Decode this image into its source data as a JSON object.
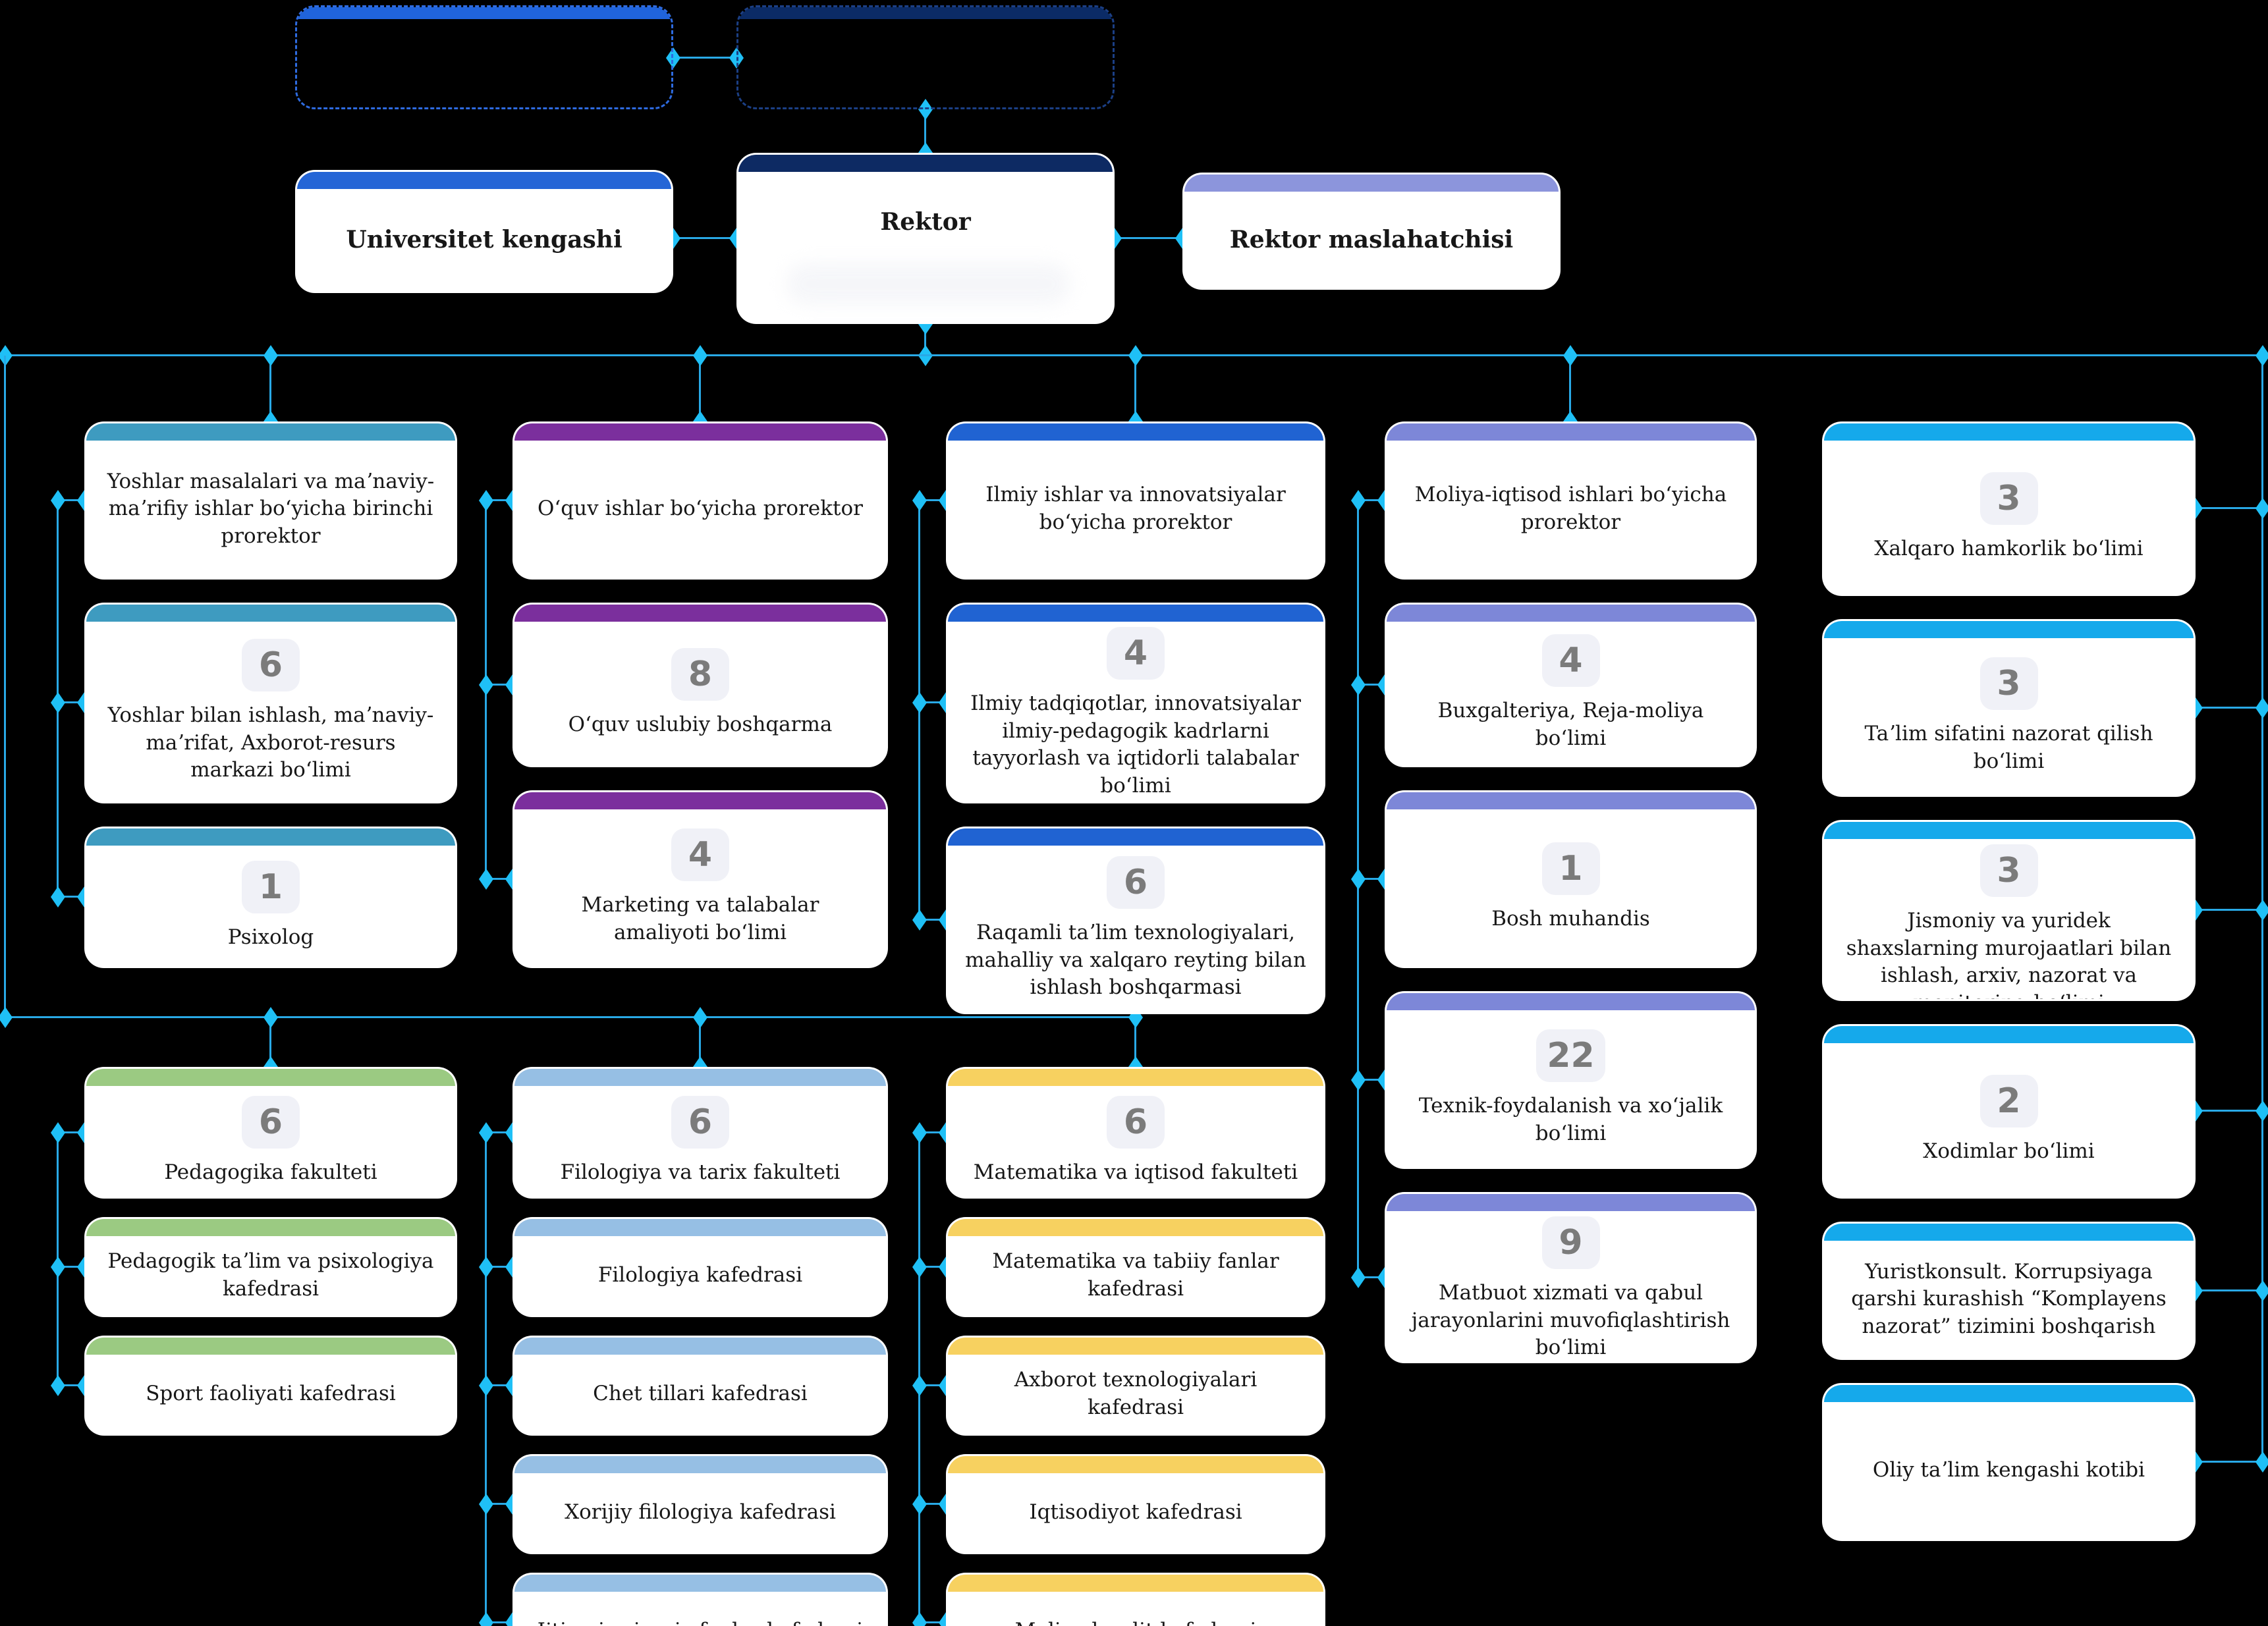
{
  "palette": {
    "background": "#000000",
    "connector": "#29a9e6",
    "diamond": "#1fc0f6",
    "card_bg": "#ffffff",
    "badge_bg": "#f0f1f7",
    "badge_text": "#7b7b7b",
    "text": "#171717"
  },
  "top_row": {
    "left_bar": "#2064dc",
    "right_bar": "#0b2b66"
  },
  "leadership": {
    "council": {
      "label": "Universitet kengashi",
      "bar": "#2465d6"
    },
    "rector": {
      "label": "Rektor",
      "bar": "#0d2a63"
    },
    "advisor": {
      "label": "Rektor maslahatchisi",
      "bar": "#8c95dc"
    }
  },
  "divisions": [
    {
      "name": "youth-affairs",
      "bar": "#3e9bc0",
      "boxes": [
        {
          "label": "Yoshlar masalalari va maʼnaviy-maʼrifiy ishlar boʻyicha birinchi prorektor"
        },
        {
          "count": "6",
          "label": "Yoshlar bilan ishlash, maʼnaviy-maʼrifat, Axborot-resurs markazi boʻlimi"
        },
        {
          "count": "1",
          "label": "Psixolog"
        }
      ]
    },
    {
      "name": "academic-affairs",
      "bar": "#7b2f9d",
      "boxes": [
        {
          "label": "Oʻquv ishlar boʻyicha prorektor"
        },
        {
          "count": "8",
          "label": "Oʻquv uslubiy boshqarma"
        },
        {
          "count": "4",
          "label": "Marketing va talabalar amaliyoti boʻlimi"
        }
      ]
    },
    {
      "name": "science-innovation",
      "bar": "#2063d2",
      "boxes": [
        {
          "label": "Ilmiy ishlar va innovatsiyalar boʻyicha prorektor"
        },
        {
          "count": "4",
          "label": "Ilmiy tadqiqotlar, innovatsiyalar ilmiy-pedagogik kadrlarni tayyorlash va iqtidorli talabalar boʻlimi"
        },
        {
          "count": "6",
          "label": "Raqamli taʼlim texnologiyalari, mahalliy va xalqaro reyting bilan ishlash boshqarmasi"
        }
      ]
    },
    {
      "name": "finance-economy",
      "bar": "#7d87d8",
      "boxes": [
        {
          "label": "Moliya-iqtisod ishlari boʻyicha prorektor"
        },
        {
          "count": "4",
          "label": "Buxgalteriya, Reja-moliya boʻlimi"
        },
        {
          "count": "1",
          "label": "Bosh muhandis"
        },
        {
          "count": "22",
          "label": "Texnik-foydalanish va xoʻjalik boʻlimi"
        },
        {
          "count": "9",
          "label": "Matbuot xizmati va qabul jarayonlarini muvofiqlashtirish boʻlimi"
        }
      ]
    },
    {
      "name": "administration",
      "bar": "#15a9eb",
      "boxes": [
        {
          "count": "3",
          "label": "Xalqaro hamkorlik boʻlimi"
        },
        {
          "count": "3",
          "label": "Taʼlim sifatini nazorat qilish boʻlimi"
        },
        {
          "count": "3",
          "label": "Jismoniy va yuridek shaxslarning murojaatlari bilan ishlash, arxiv, nazorat va monitoring boʻlimi"
        },
        {
          "count": "2",
          "label": "Xodimlar boʻlimi"
        },
        {
          "label": "Yuristkonsult. Korrupsiyaga qarshi kurashish “Komplayens nazorat” tizimini boshqarish"
        },
        {
          "label": "Oliy taʼlim kengashi kotibi"
        }
      ]
    }
  ],
  "faculties": [
    {
      "name": "pedagogy",
      "bar": "#9bca82",
      "boxes": [
        {
          "count": "6",
          "label": "Pedagogika fakulteti"
        },
        {
          "label": "Pedagogik taʼlim va psixologiya kafedrasi"
        },
        {
          "label": "Sport faoliyati kafedrasi"
        }
      ]
    },
    {
      "name": "philology-history",
      "bar": "#96bfe4",
      "boxes": [
        {
          "count": "6",
          "label": "Filologiya va tarix fakulteti"
        },
        {
          "label": "Filologiya kafedrasi"
        },
        {
          "label": "Chet tillari kafedrasi"
        },
        {
          "label": "Xorijiy filologiya kafedrasi"
        },
        {
          "label": "Ijtimoiy-siyosiy fanlar kafedrasi"
        }
      ]
    },
    {
      "name": "math-economics",
      "bar": "#f7d160",
      "boxes": [
        {
          "count": "6",
          "label": "Matematika va iqtisod fakulteti"
        },
        {
          "label": "Matematika va tabiiy fanlar kafedrasi"
        },
        {
          "label": "Axborot texnologiyalari kafedrasi"
        },
        {
          "label": "Iqtisodiyot kafedrasi"
        },
        {
          "label": "Moliya-kredit kafedrasi"
        }
      ]
    }
  ]
}
